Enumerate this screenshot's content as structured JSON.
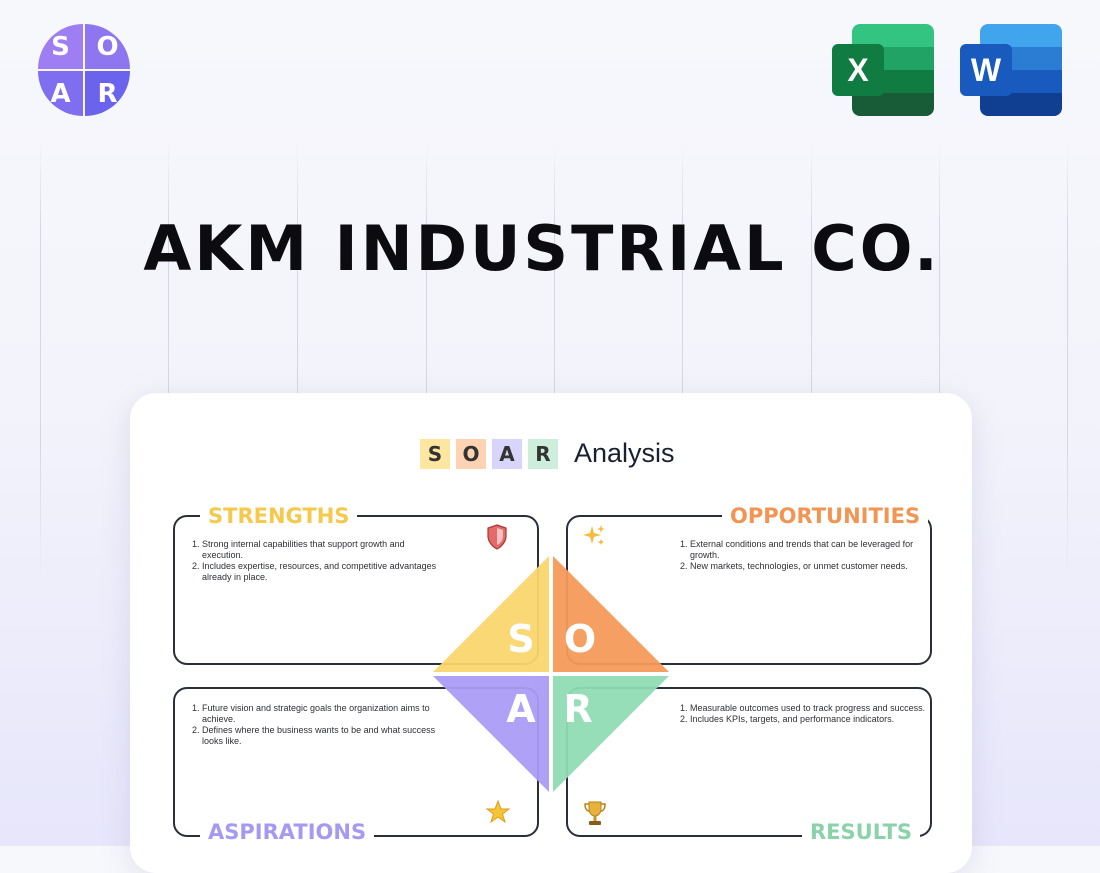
{
  "logo": {
    "letters": [
      "S",
      "O",
      "A",
      "R"
    ]
  },
  "apps": {
    "excel": {
      "letter": "X",
      "colors": [
        "#33c481",
        "#21a366",
        "#107c41",
        "#185c37"
      ]
    },
    "word": {
      "letter": "W",
      "colors": [
        "#41a5ee",
        "#2b7cd3",
        "#185abd",
        "#103f91"
      ]
    }
  },
  "company_title": "AKM INDUSTRIAL CO.",
  "header": {
    "letters": [
      {
        "char": "S",
        "color": "#fde7a0"
      },
      {
        "char": "O",
        "color": "#fdd3b4"
      },
      {
        "char": "A",
        "color": "#d9d4fb"
      },
      {
        "char": "R",
        "color": "#cdeedd"
      }
    ],
    "title": "Analysis"
  },
  "quadrants": {
    "strengths": {
      "label": "STRENGTHS",
      "color": "#f6c94c",
      "icon": "shield-icon",
      "items": [
        "Strong internal capabilities that support growth and execution.",
        "Includes expertise, resources, and competitive advantages already in place."
      ]
    },
    "opportunities": {
      "label": "OPPORTUNITIES",
      "color": "#f39552",
      "icon": "sparkles-icon",
      "items": [
        "External conditions and trends that can be leveraged for growth.",
        "New markets, technologies, or unmet customer needs."
      ]
    },
    "aspirations": {
      "label": "ASPIRATIONS",
      "color": "#a59af2",
      "icon": "star-icon",
      "items": [
        "Future vision and strategic goals the organization aims to achieve.",
        "Defines where the business wants to be and what success looks like."
      ]
    },
    "results": {
      "label": "RESULTS",
      "color": "#8ad2a9",
      "icon": "trophy-icon",
      "items": [
        "Measurable outcomes used to track progress and success.",
        "Includes KPIs, targets, and performance indicators."
      ]
    }
  },
  "diamond": {
    "letters": [
      "S",
      "O",
      "A",
      "R"
    ],
    "colors": [
      "#fad66e",
      "#f59a5b",
      "#ab9cf5",
      "#8fdcb4"
    ]
  }
}
